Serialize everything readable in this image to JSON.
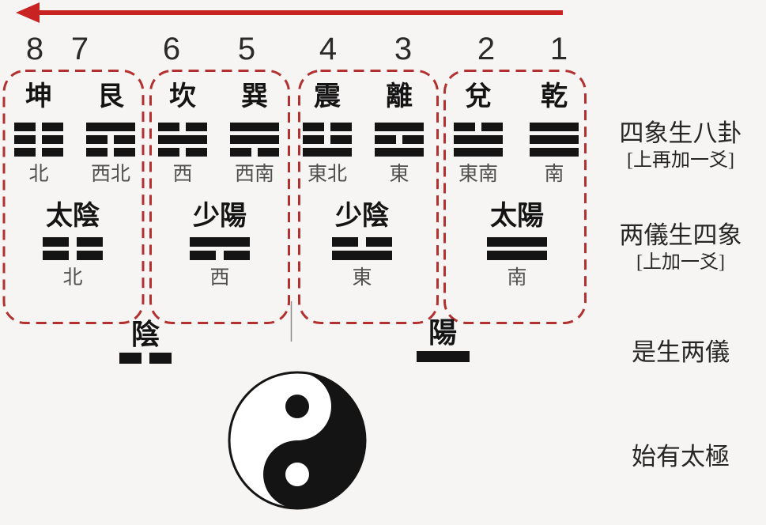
{
  "colors": {
    "arrow_red": "#c92222",
    "box_dash_red": "#b33030",
    "bar_black": "#141414",
    "direction_gray": "#4f4f4f",
    "background": "#f7f5f3"
  },
  "sequence": {
    "numbers": [
      "8",
      "7",
      "6",
      "5",
      "4",
      "3",
      "2",
      "1"
    ]
  },
  "groups": [
    {
      "trigrams": [
        {
          "num": "8",
          "name": "坤",
          "lines": [
            "broken",
            "broken",
            "broken"
          ],
          "direction": "北"
        },
        {
          "num": "7",
          "name": "艮",
          "lines": [
            "solid",
            "broken",
            "broken"
          ],
          "direction": "西北"
        }
      ],
      "sixiang": {
        "name": "太陰",
        "lines": [
          "broken",
          "broken"
        ],
        "direction": "北"
      }
    },
    {
      "trigrams": [
        {
          "num": "6",
          "name": "坎",
          "lines": [
            "broken",
            "solid",
            "broken"
          ],
          "direction": "西"
        },
        {
          "num": "5",
          "name": "巽",
          "lines": [
            "solid",
            "solid",
            "broken"
          ],
          "direction": "西南"
        }
      ],
      "sixiang": {
        "name": "少陽",
        "lines": [
          "solid",
          "broken"
        ],
        "direction": "西"
      }
    },
    {
      "trigrams": [
        {
          "num": "4",
          "name": "震",
          "lines": [
            "broken",
            "broken",
            "solid"
          ],
          "direction": "東北"
        },
        {
          "num": "3",
          "name": "離",
          "lines": [
            "solid",
            "broken",
            "solid"
          ],
          "direction": "東"
        }
      ],
      "sixiang": {
        "name": "少陰",
        "lines": [
          "broken",
          "solid"
        ],
        "direction": "東"
      }
    },
    {
      "trigrams": [
        {
          "num": "2",
          "name": "兌",
          "lines": [
            "broken",
            "solid",
            "solid"
          ],
          "direction": "東南"
        },
        {
          "num": "1",
          "name": "乾",
          "lines": [
            "solid",
            "solid",
            "solid"
          ],
          "direction": "南"
        }
      ],
      "sixiang": {
        "name": "太陽",
        "lines": [
          "solid",
          "solid"
        ],
        "direction": "南"
      }
    }
  ],
  "liangyi": [
    {
      "name": "陰",
      "lines": [
        "broken"
      ]
    },
    {
      "name": "陽",
      "lines": [
        "solid"
      ]
    }
  ],
  "stage_labels": [
    {
      "main": "四象生八卦",
      "sub": "[上再加一爻]"
    },
    {
      "main": "两儀生四象",
      "sub": "[上加一爻]"
    },
    {
      "main": "是生两儀",
      "sub": ""
    },
    {
      "main": "始有太極",
      "sub": ""
    }
  ]
}
